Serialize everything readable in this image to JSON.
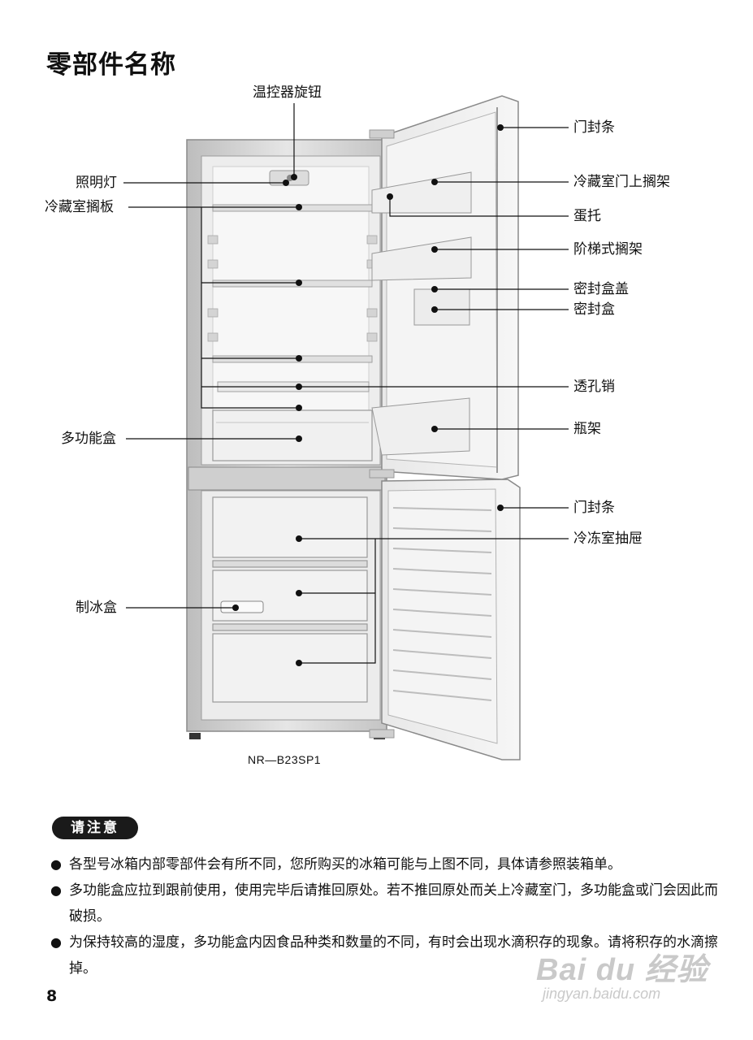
{
  "title": "零部件名称",
  "labels": {
    "thermostat_knob": "温控器旋钮",
    "light": "照明灯",
    "fridge_shelf": "冷藏室搁板",
    "multi_box": "多功能盒",
    "ice_box": "制冰盒",
    "door_gasket_upper": "门封条",
    "door_rack_upper": "冷藏室门上搁架",
    "egg_tray": "蛋托",
    "stepped_rack": "阶梯式搁架",
    "sealed_box_lid": "密封盒盖",
    "sealed_box": "密封盒",
    "drain_pin": "透孔销",
    "bottle_rack": "瓶架",
    "door_gasket_lower": "门封条",
    "freezer_drawer": "冷冻室抽屉"
  },
  "model": "NR—B23SP1",
  "notice": {
    "badge": "请注意",
    "items": [
      "各型号冰箱内部零部件会有所不同，您所购买的冰箱可能与上图不同，具体请参照装箱单。",
      "多功能盒应拉到跟前使用，使用完毕后请推回原处。若不推回原处而关上冷藏室门，多功能盒或门会因此而破损。",
      "为保持较高的湿度，多功能盒内因食品种类和数量的不同，有时会出现水滴积存的现象。请将积存的水滴擦掉。"
    ]
  },
  "page_number": "8",
  "watermark": {
    "main": "Bai du 经验",
    "sub": "jingyan.baidu.com"
  }
}
